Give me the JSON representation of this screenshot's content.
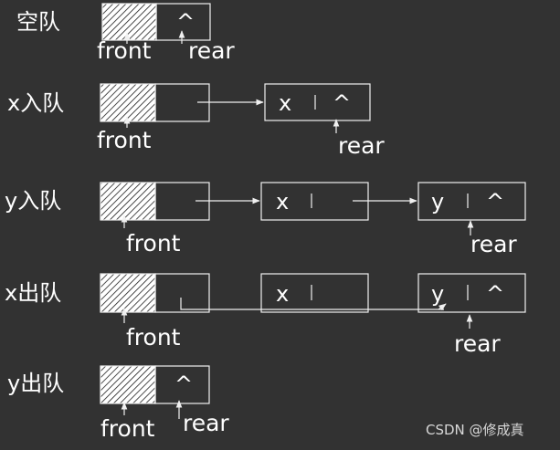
{
  "rows": [
    {
      "label": "空队",
      "head_value": "^",
      "front": "front",
      "rear": "rear",
      "nodes": []
    },
    {
      "label": "x入队",
      "head_value": "",
      "front": "front",
      "rear": "rear",
      "nodes": [
        {
          "value": "x",
          "next": "^"
        }
      ]
    },
    {
      "label": "y入队",
      "head_value": "",
      "front": "front",
      "rear": "rear",
      "nodes": [
        {
          "value": "x",
          "next": ""
        },
        {
          "value": "y",
          "next": "^"
        }
      ]
    },
    {
      "label": "x出队",
      "head_value": "",
      "front": "front",
      "rear": "rear",
      "nodes": [
        {
          "value": "x",
          "next": ""
        },
        {
          "value": "y",
          "next": "^"
        }
      ]
    },
    {
      "label": "y出队",
      "head_value": "^",
      "front": "front",
      "rear": "rear",
      "nodes": []
    }
  ],
  "watermark": "CSDN @修成真",
  "colors": {
    "background": "#323232",
    "foreground": "#ffffff"
  }
}
